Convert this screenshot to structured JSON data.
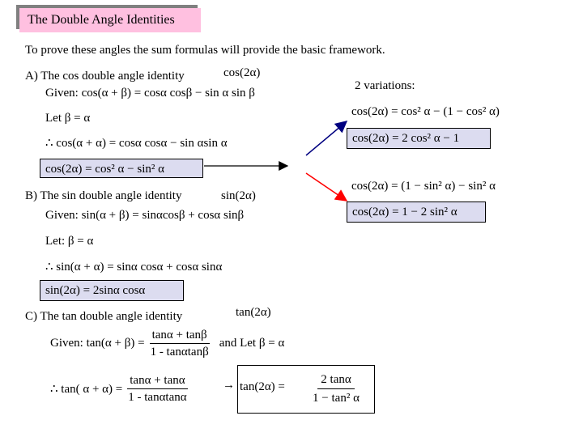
{
  "title": "The Double Angle Identities",
  "intro": "To prove these angles the sum formulas will provide the basic framework.",
  "section_a": {
    "heading": "A) The cos double angle identity",
    "heading_formula": "cos(2α)",
    "given": "Given:  cos(α + β) = cosα cosβ − sin α sin β",
    "let": "Let  β = α",
    "therefore": "∴ cos(α + α) = cosα cosα − sin αsin α",
    "result": "cos(2α) = cos² α − sin² α"
  },
  "variations": {
    "label": "2 variations:",
    "v1": "cos(2α) = cos² α − (1 − cos² α)",
    "v1_result": "cos(2α) = 2 cos² α − 1",
    "v2": "cos(2α) = (1 − sin² α) − sin² α",
    "v2_result": "cos(2α) = 1 − 2 sin² α"
  },
  "section_b": {
    "heading": "B) The sin double angle identity",
    "heading_formula": "sin(2α)",
    "given": "Given: sin(α + β) = sinαcosβ + cosα sinβ",
    "let": "Let:  β = α",
    "therefore": "∴ sin(α + α) = sinα cosα + cosα sinα",
    "result": "sin(2α) = 2sinα cosα"
  },
  "section_c": {
    "heading": "C) The tan double angle identity",
    "heading_formula": "tan(2α)",
    "given_prefix": "Given:  tan(α + β) =",
    "given_num": "tanα + tanβ",
    "given_den": "1 - tanαtanβ",
    "given_suffix": "and Let  β = α",
    "therefore_prefix": "∴ tan( α + α) =",
    "therefore_num": "tanα + tanα",
    "therefore_den": "1 - tanαtanα",
    "arrow": "→",
    "result_prefix": "tan(2α) =",
    "result_num": "2 tanα",
    "result_den": "1 − tan² α"
  },
  "colors": {
    "title_bg": "#ffc0e0",
    "title_shadow": "#808080",
    "box_bg": "#dcdcf0",
    "arrow_blue": "#000080",
    "arrow_red": "#ff0000"
  }
}
